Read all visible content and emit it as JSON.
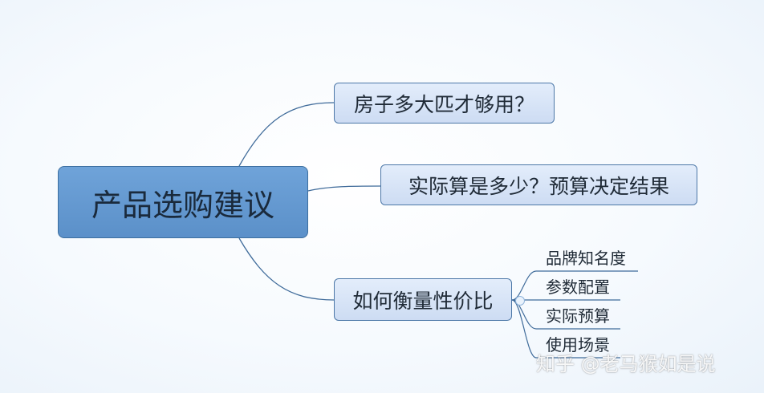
{
  "root": {
    "label": "产品选购建议"
  },
  "branches": [
    {
      "label": "房子多大匹才够用？",
      "children": []
    },
    {
      "label": "实际算是多少？预算决定结果",
      "children": []
    },
    {
      "label": "如何衡量性价比",
      "children": [
        "品牌知名度",
        "参数配置",
        "实际预算",
        "使用场景"
      ]
    }
  ],
  "watermark": "知乎 @老马猴如是说",
  "colors": {
    "root_fill": "#6fa3d9",
    "branch_fill": "#d6e3f7",
    "border": "#4d78a8",
    "connector": "#3f6b9a"
  }
}
